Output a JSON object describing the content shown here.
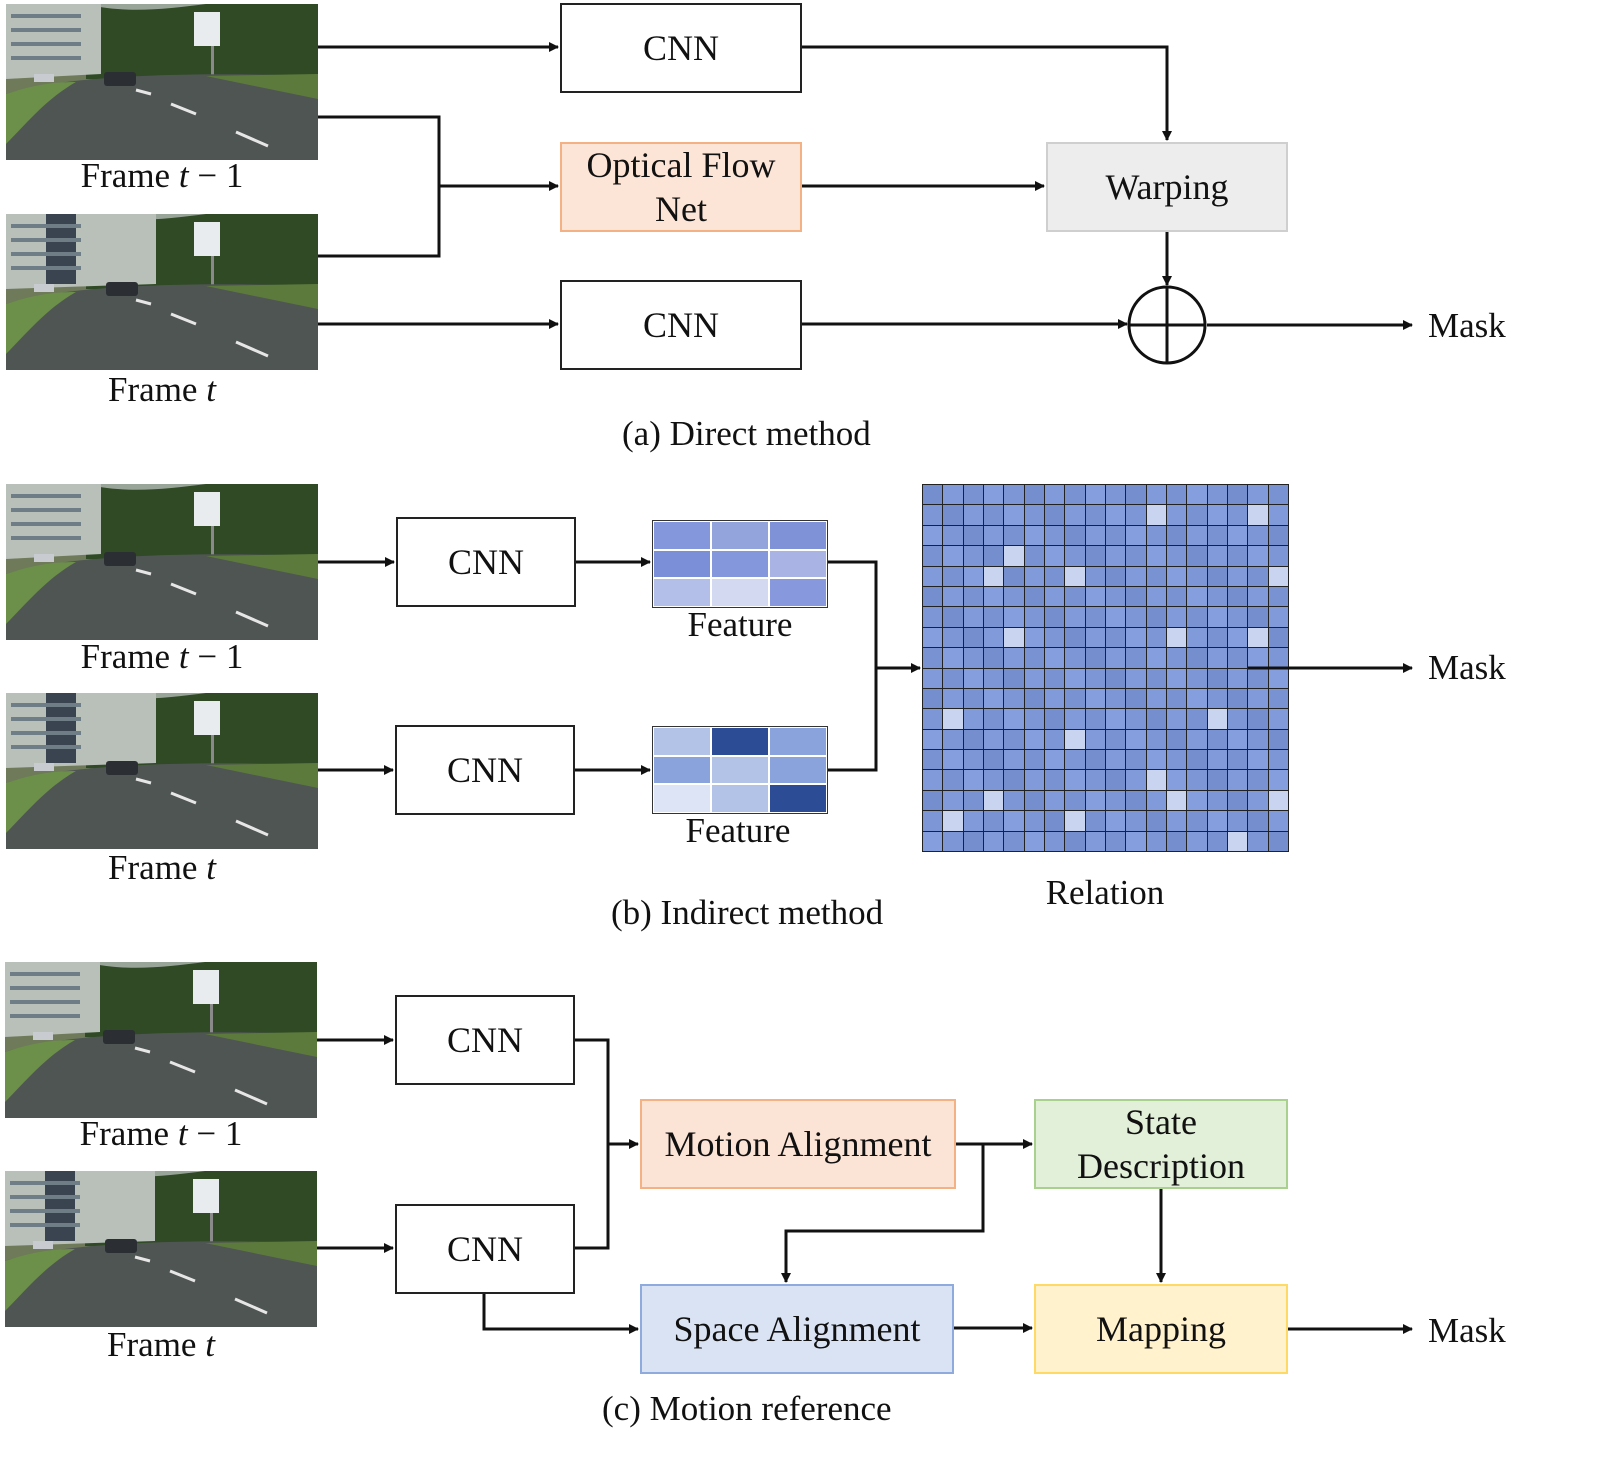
{
  "panel_a": {
    "caption": "(a) Direct method",
    "frame_prev_label": "Frame t − 1",
    "frame_cur_label": "Frame t",
    "cnn_top": "CNN",
    "optical_flow": "Optical Flow\nNet",
    "cnn_bottom": "CNN",
    "warping": "Warping",
    "output": "Mask"
  },
  "panel_b": {
    "caption": "(b) Indirect method",
    "frame_prev_label": "Frame t − 1",
    "frame_cur_label": "Frame t",
    "cnn_top": "CNN",
    "cnn_bottom": "CNN",
    "feature_top": "Feature",
    "feature_bottom": "Feature",
    "relation": "Relation",
    "output": "Mask",
    "feature_top_cells": [
      "#8597dc",
      "#93a3dc",
      "#7f92d8",
      "#7a8fd7",
      "#8597dc",
      "#a9b4e4",
      "#b3bfe8",
      "#d3d9f1",
      "#8798dd"
    ],
    "feature_bottom_cells": [
      "#b3c3e7",
      "#2c4c96",
      "#8aa3dc",
      "#8aa3dc",
      "#b3c3e7",
      "#8aa3dc",
      "#dce4f5",
      "#b3c3e7",
      "#2c4c96"
    ]
  },
  "panel_c": {
    "caption": "(c) Motion reference",
    "frame_prev_label": "Frame t − 1",
    "frame_cur_label": "Frame t",
    "cnn_top": "CNN",
    "cnn_bottom": "CNN",
    "motion_alignment": "Motion Alignment",
    "state_description": "State\nDescription",
    "space_alignment": "Space Alignment",
    "mapping": "Mapping",
    "output": "Mask"
  },
  "colors": {
    "optical_flow_fill": "#fce5d6",
    "optical_flow_border": "#f4b183",
    "warping_fill": "#ededed",
    "warping_border": "#cfcfcf",
    "motion_alignment_fill": "#fbe3d6",
    "motion_alignment_border": "#f4b183",
    "state_description_fill": "#e2efd9",
    "state_description_border": "#a9d18e",
    "space_alignment_fill": "#dae3f3",
    "space_alignment_border": "#8faadc",
    "mapping_fill": "#fff2cc",
    "mapping_border": "#ffd966",
    "relation_cell": "#7d96d6",
    "relation_light_cell": "#c9d5f0",
    "relation_grid_line": "#222222"
  }
}
